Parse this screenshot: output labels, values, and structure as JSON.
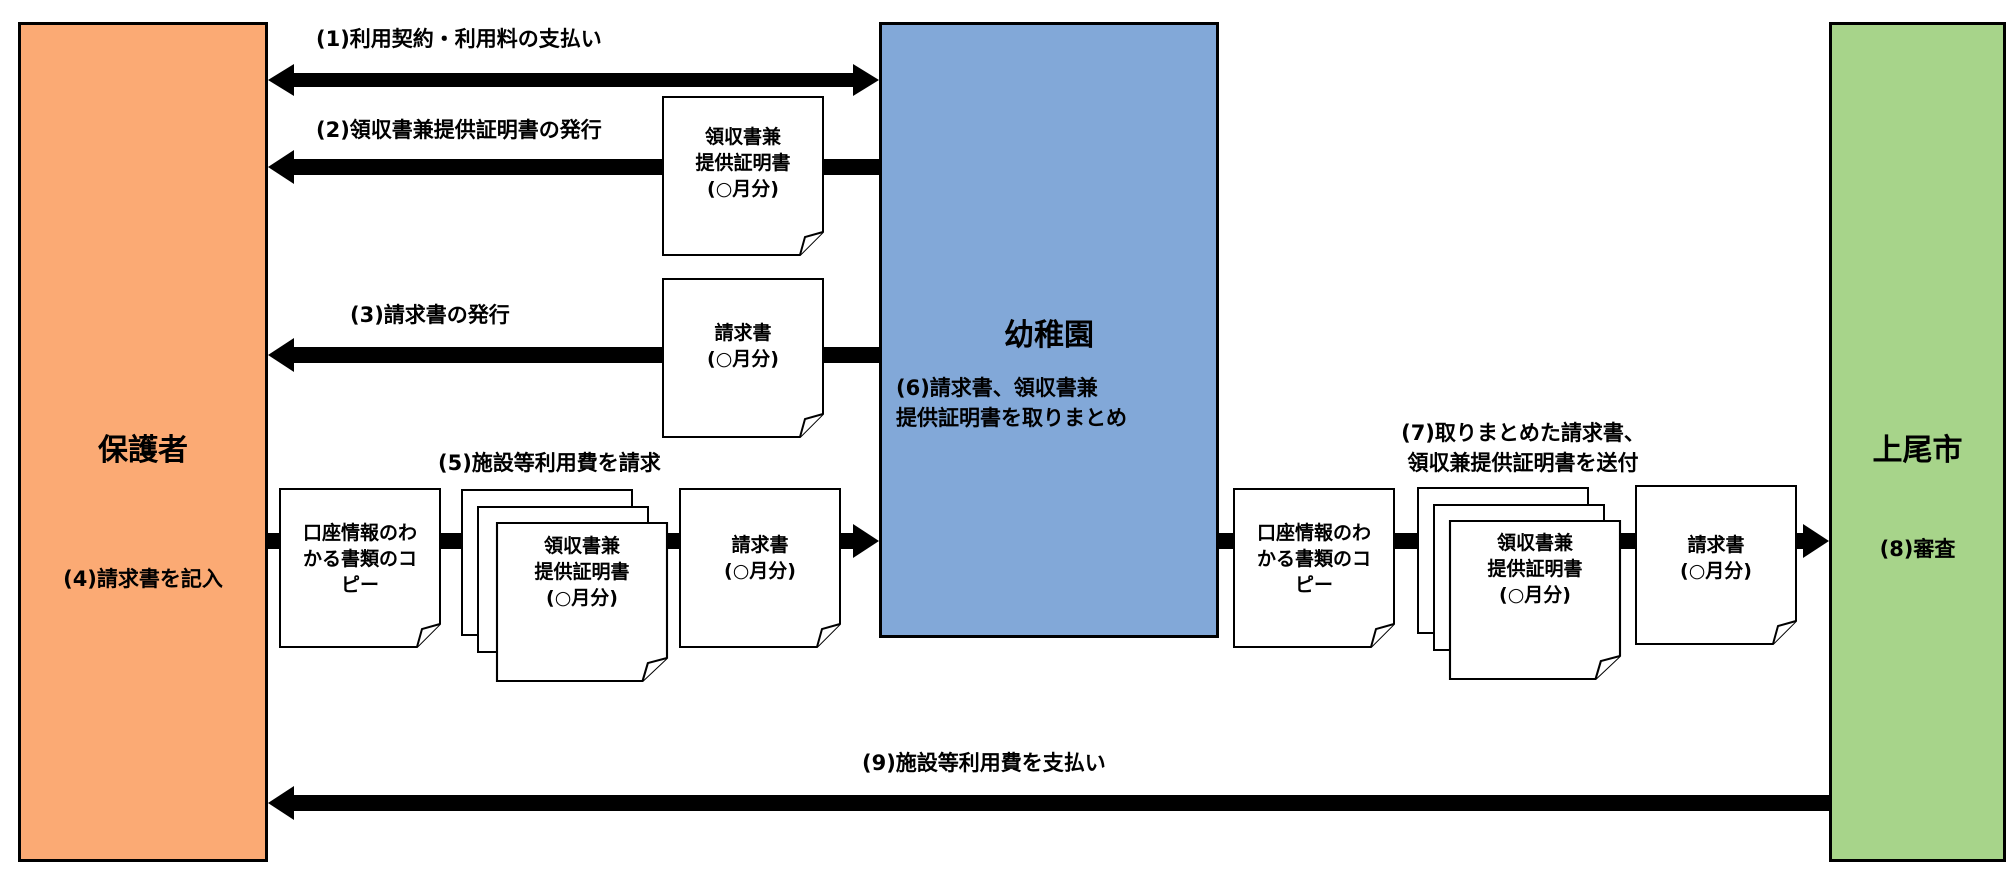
{
  "actors": {
    "guardian": {
      "name": "保護者",
      "note": "(4)請求書を記入",
      "color": "#fbaa74"
    },
    "kindergarten": {
      "name": "幼稚園",
      "note_line1": "(6)請求書、領収書兼",
      "note_line2": "提供証明書を取りまとめ",
      "color": "#82a8d8"
    },
    "city": {
      "name": "上尾市",
      "note": "(8)審査",
      "color": "#a7d48a"
    }
  },
  "steps": {
    "s1": "(1)利用契約・利用料の支払い",
    "s2": "(2)領収書兼提供証明書の発行",
    "s3": "(3)請求書の発行",
    "s5": "(5)施設等利用費を請求",
    "s7_line1": "(7)取りまとめた請求書、",
    "s7_line2": "領収兼提供証明書を送付",
    "s9": "(9)施設等利用費を支払い"
  },
  "documents": {
    "receipt": {
      "line1": "領収書兼",
      "line2": "提供証明書",
      "line3": "(○月分)"
    },
    "invoice": {
      "line1": "請求書",
      "line2": "(○月分)"
    },
    "account_copy": {
      "line1": "口座情報のわ",
      "line2": "かる書類のコ",
      "line3": "ピー"
    }
  },
  "colors": {
    "arrow": "#000000",
    "paper": "#ffffff"
  }
}
